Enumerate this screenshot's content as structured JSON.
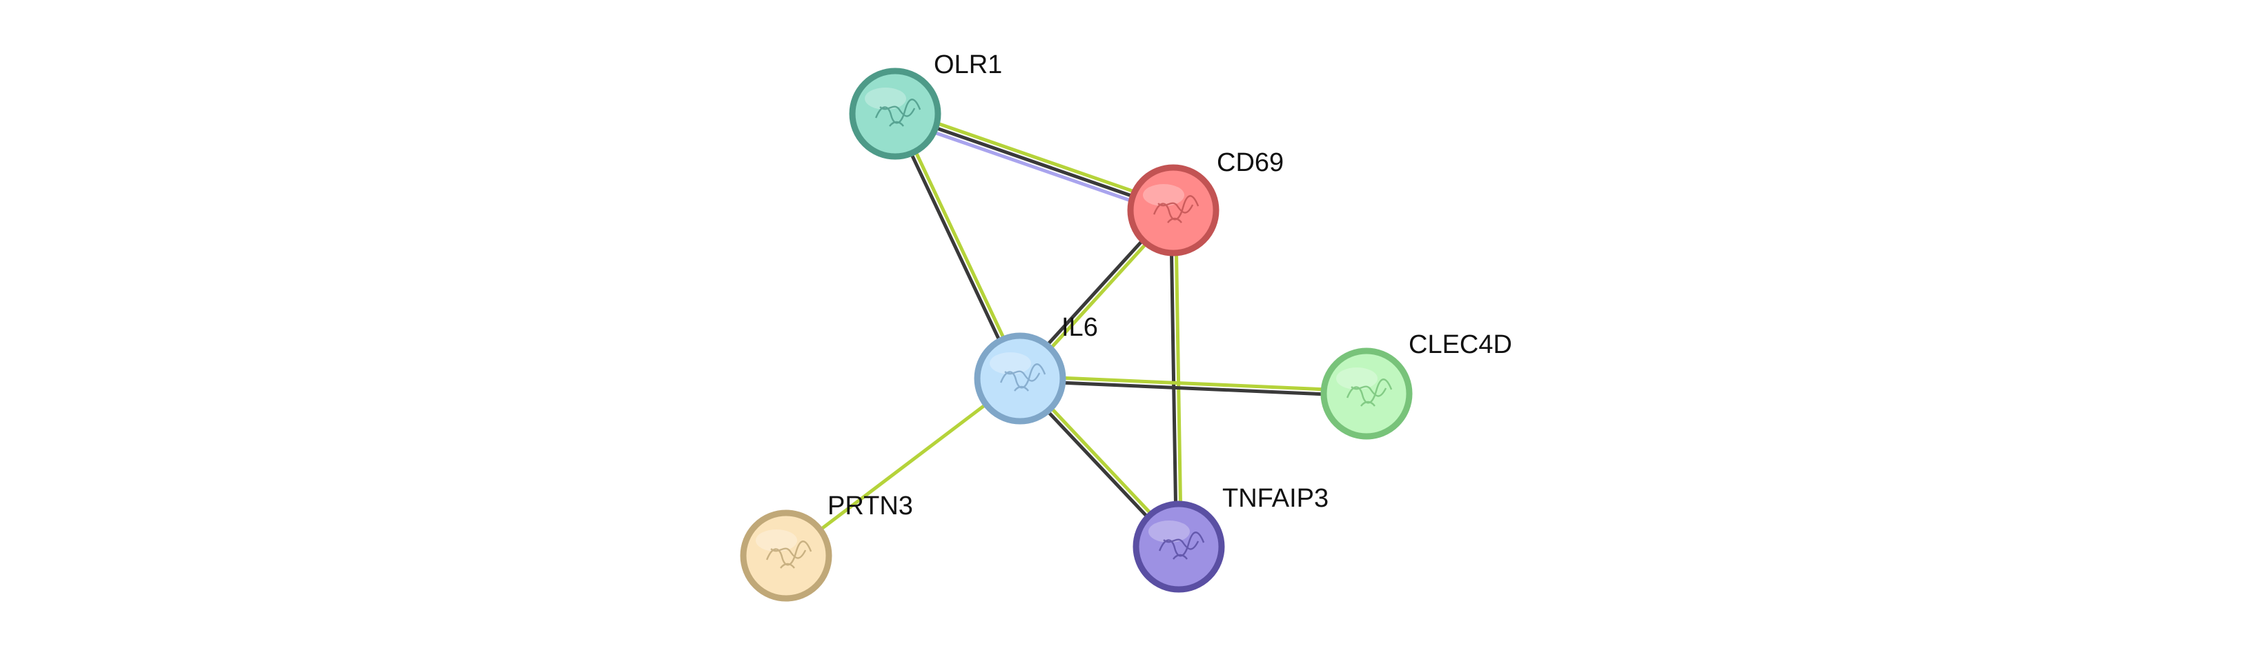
{
  "network": {
    "nodes": [
      {
        "id": "OLR1",
        "label": "OLR1",
        "fill": "#96dfcc",
        "stroke": "#4e9a88"
      },
      {
        "id": "CD69",
        "label": "CD69",
        "fill": "#ff8a8a",
        "stroke": "#c25353"
      },
      {
        "id": "IL6",
        "label": "IL6",
        "fill": "#bfe1fb",
        "stroke": "#7fa6c8"
      },
      {
        "id": "CLEC4D",
        "label": "CLEC4D",
        "fill": "#c0f7bf",
        "stroke": "#78c37a"
      },
      {
        "id": "PRTN3",
        "label": "PRTN3",
        "fill": "#fbe4bb",
        "stroke": "#c0a878"
      },
      {
        "id": "TNFAIP3",
        "label": "TNFAIP3",
        "fill": "#9d91e3",
        "stroke": "#5a4fa3"
      }
    ],
    "edges": [
      {
        "source": "OLR1",
        "target": "CD69",
        "colors": [
          "#b5d33a",
          "#3a3a3a",
          "#a9a4ee"
        ]
      },
      {
        "source": "OLR1",
        "target": "IL6",
        "colors": [
          "#b5d33a",
          "#3a3a3a"
        ]
      },
      {
        "source": "CD69",
        "target": "IL6",
        "colors": [
          "#b5d33a",
          "#3a3a3a"
        ]
      },
      {
        "source": "CD69",
        "target": "TNFAIP3",
        "colors": [
          "#b5d33a",
          "#3a3a3a"
        ]
      },
      {
        "source": "IL6",
        "target": "CLEC4D",
        "colors": [
          "#b5d33a",
          "#3a3a3a"
        ]
      },
      {
        "source": "IL6",
        "target": "TNFAIP3",
        "colors": [
          "#b5d33a",
          "#3a3a3a"
        ]
      },
      {
        "source": "IL6",
        "target": "PRTN3",
        "colors": [
          "#b5d33a"
        ]
      }
    ]
  }
}
